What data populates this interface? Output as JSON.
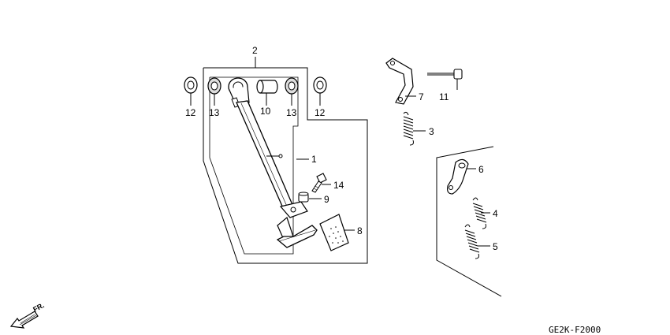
{
  "labels": {
    "p1": "1",
    "p2": "2",
    "p3": "3",
    "p4": "4",
    "p5": "5",
    "p6": "6",
    "p7": "7",
    "p8": "8",
    "p9": "9",
    "p10": "10",
    "p11": "11",
    "p12a": "12",
    "p12b": "12",
    "p13a": "13",
    "p13b": "13",
    "p14": "14"
  },
  "front_marker": "FR.",
  "diagram_code": "GE2K-F2000"
}
